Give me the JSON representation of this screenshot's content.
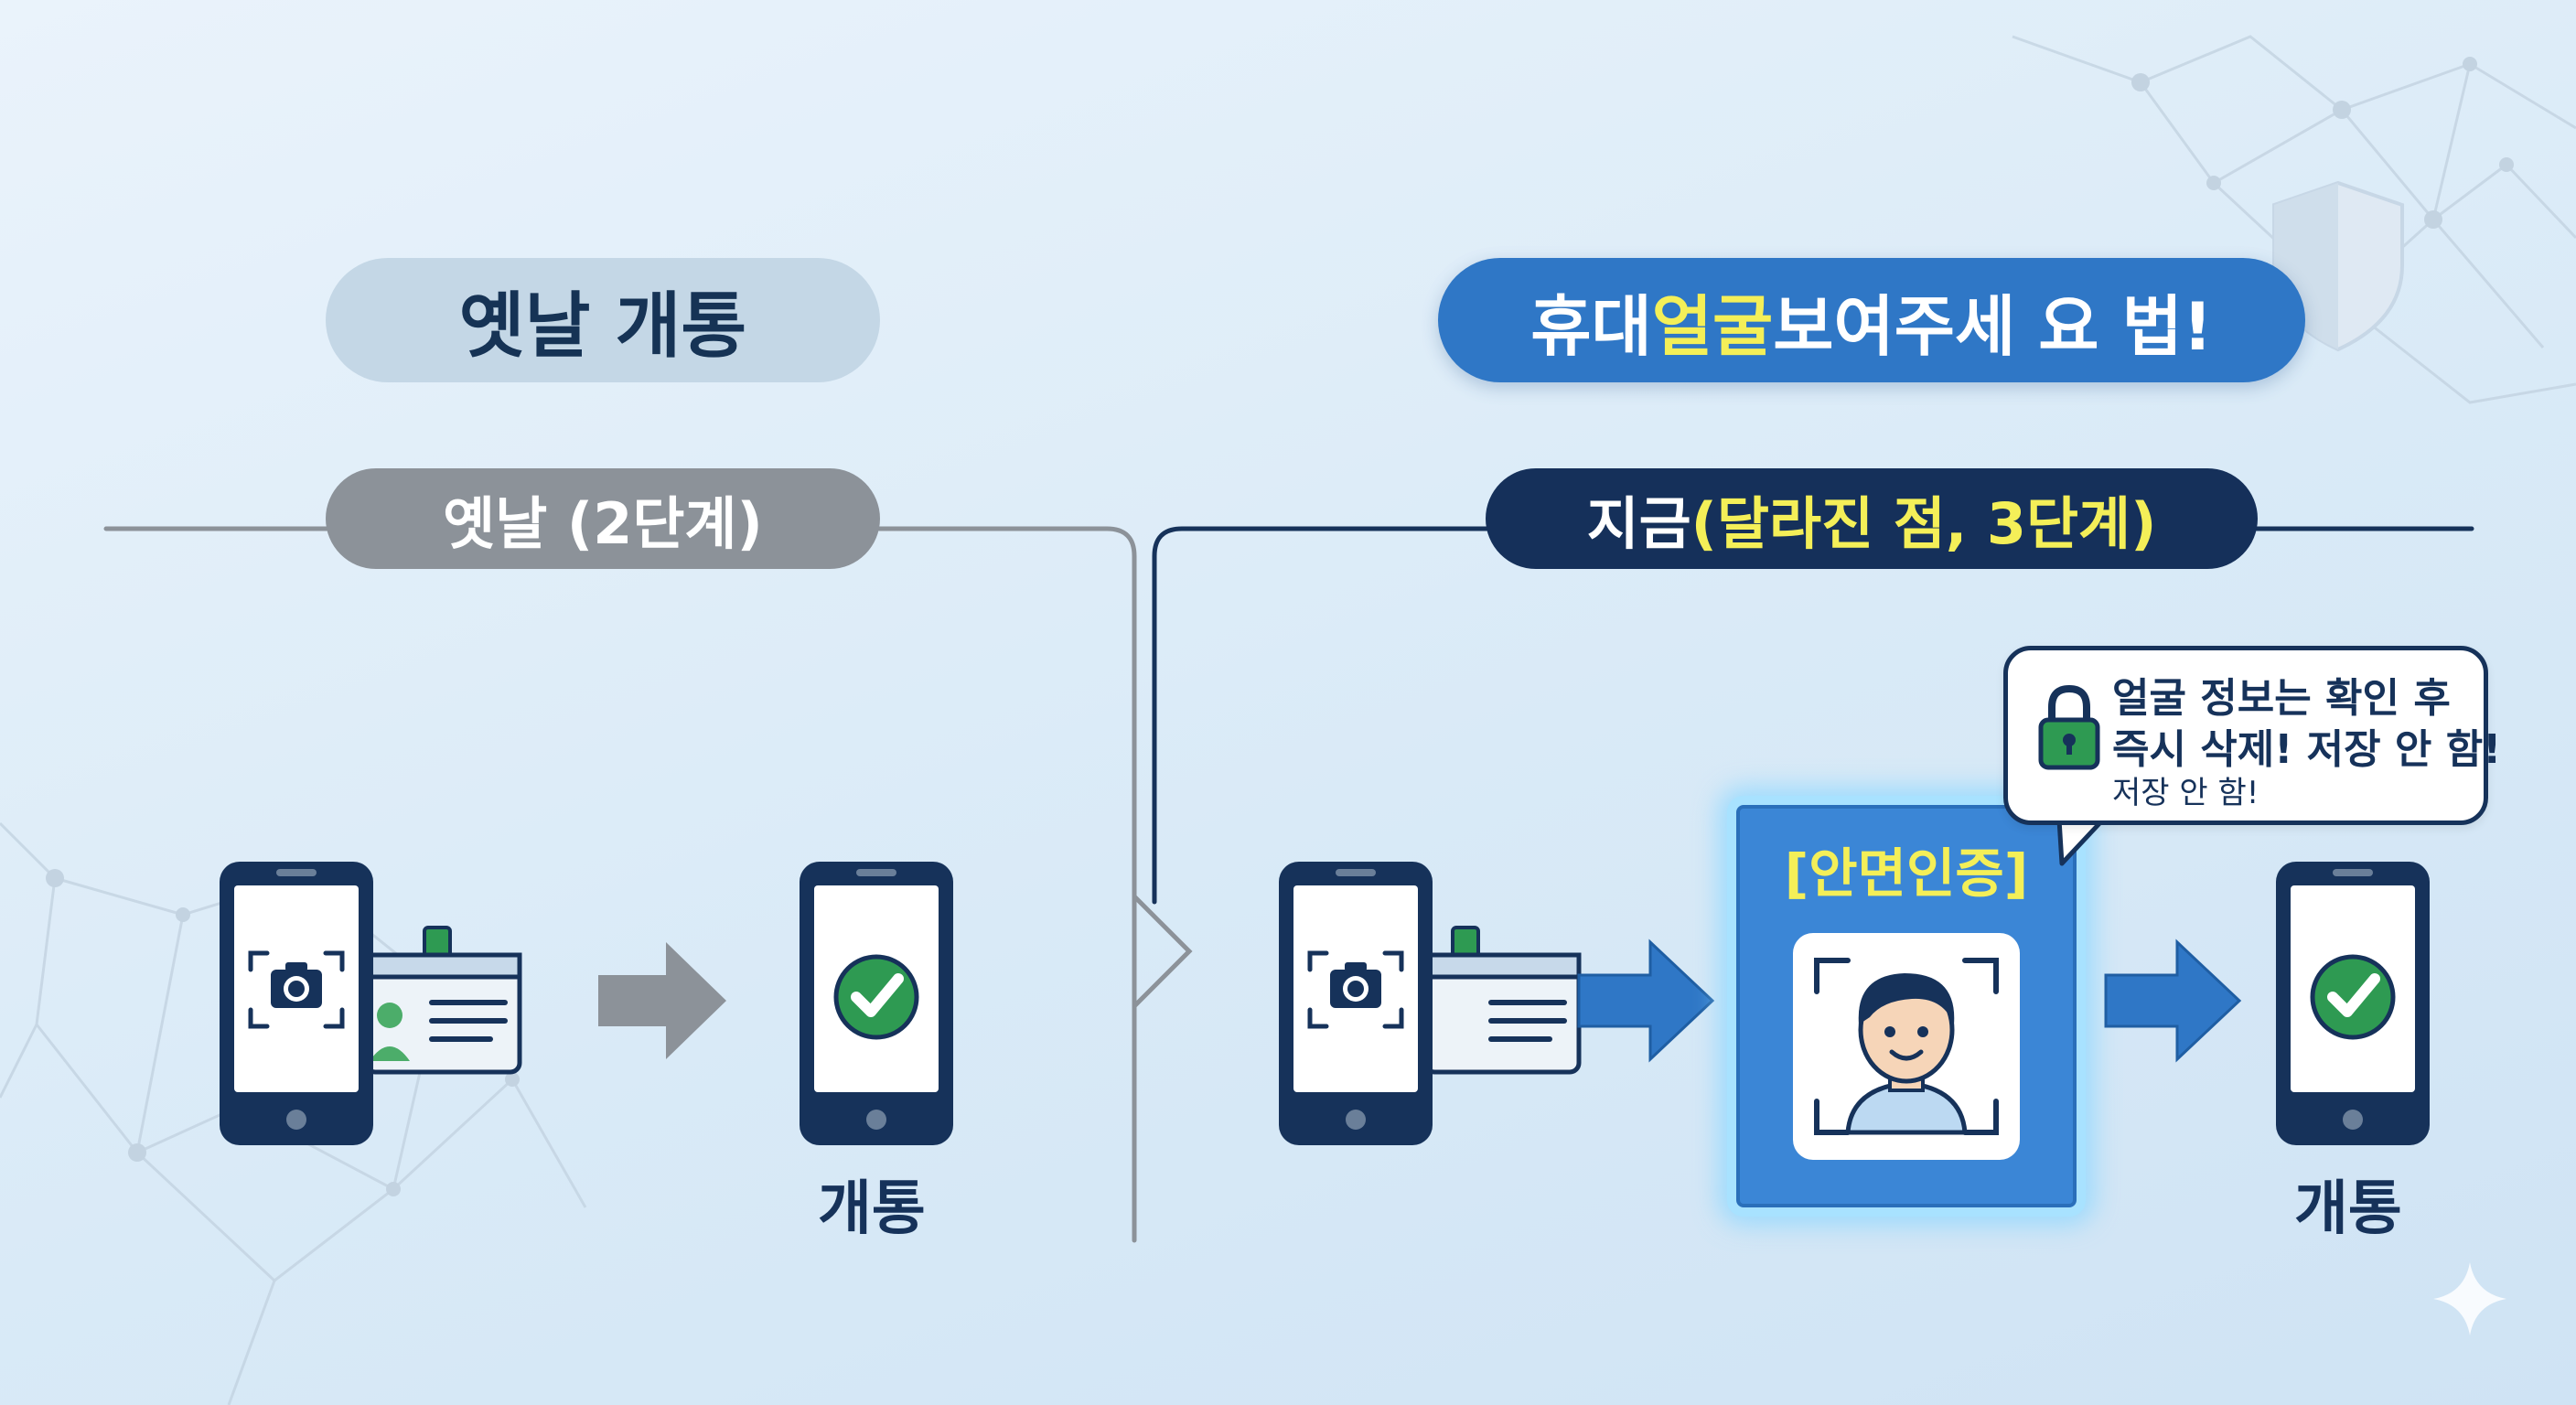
{
  "left": {
    "title": "옛날 개통",
    "stage_label": "옛날 (2단계)",
    "result_label": "개통"
  },
  "right": {
    "title_part1": "휴대 ",
    "title_highlight": "얼굴",
    "title_part2": " 보여주세 요 법!",
    "stage_label_prefix": "지금 ",
    "stage_label_main": "(달라진 점, 3단계)",
    "face_auth_label": "[안면인증]",
    "bubble_line1": "얼굴 정보는 확인 후",
    "bubble_line2": "즉시 삭제! 저장 안 함!",
    "bubble_line3": "저장 안 함!",
    "result_label": "개통"
  },
  "colors": {
    "navy": "#16325a",
    "blue": "#2f77c6",
    "highlight_yellow": "#f4ef58",
    "check_green": "#2e9a52",
    "old_gray": "#8c9299"
  }
}
